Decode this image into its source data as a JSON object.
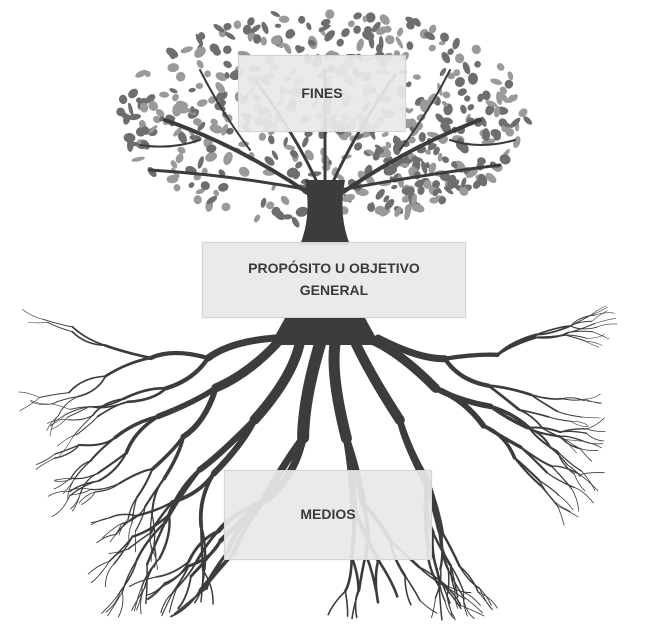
{
  "diagram": {
    "labels": {
      "fines": "FINES",
      "proposito_line1": "PROPÓSITO U OBJETIVO",
      "proposito_line2": "GENERAL",
      "medios": "MEDIOS"
    },
    "colors": {
      "trunk": "#3c3c3c",
      "foliage": "#6e6e6e",
      "foliage_light": "#9a9a9a",
      "roots": "#3c3c3c",
      "label_bg": "#e8e8e8",
      "label_text": "#3a3a3a"
    },
    "icons": {
      "tree": "tree-with-roots-illustration"
    }
  }
}
